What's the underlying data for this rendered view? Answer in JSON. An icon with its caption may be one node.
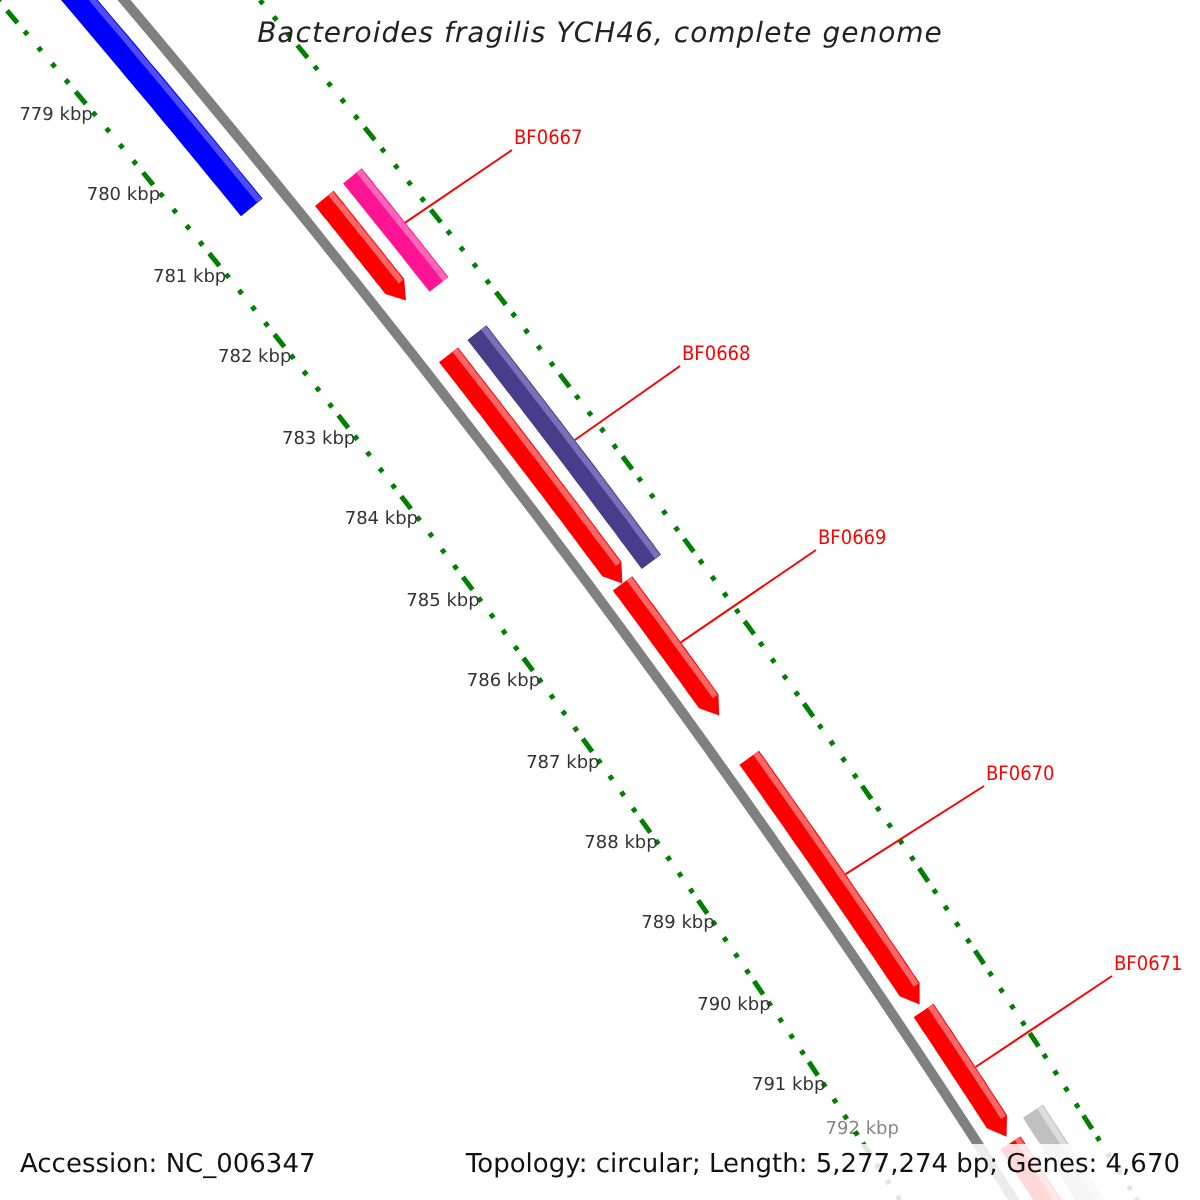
{
  "diagram": {
    "title": "Bacteroides fragilis YCH46, complete genome",
    "nodes": [
      {
        "text": [
          "BF0667"
        ]
      },
      {
        "text": [],
        "shape": "bar"
      },
      {
        "text": [
          "BF0668"
        ]
      },
      {
        "text": [],
        "shape": "bar"
      },
      {
        "text": [
          "BF0669"
        ]
      },
      {
        "text": [],
        "shape": "arrow"
      },
      {
        "text": [
          "BF0670"
        ]
      },
      {
        "text": [],
        "shape": "arrow"
      },
      {
        "text": [
          "BF0671"
        ]
      },
      {
        "text": [],
        "shape": "arrow"
      }
    ],
    "edges": [
      {
        "from": 0,
        "to": 1,
        "arrow": "none"
      },
      {
        "from": 2,
        "to": 3,
        "arrow": "none"
      },
      {
        "from": 4,
        "to": 5,
        "arrow": "none"
      },
      {
        "from": 6,
        "to": 7,
        "arrow": "none"
      },
      {
        "from": 8,
        "to": 9,
        "arrow": "none"
      }
    ],
    "labels": [
      "779 kbp",
      "780 kbp",
      "781 kbp",
      "782 kbp",
      "783 kbp",
      "784 kbp",
      "785 kbp",
      "786 kbp",
      "787 kbp",
      "788 kbp",
      "789 kbp",
      "790 kbp",
      "791 kbp",
      "792 kbp",
      "Accession: NC_006347",
      "Topology: circular; Length: 5,277,274 bp; Genes: 4,670"
    ]
  }
}
